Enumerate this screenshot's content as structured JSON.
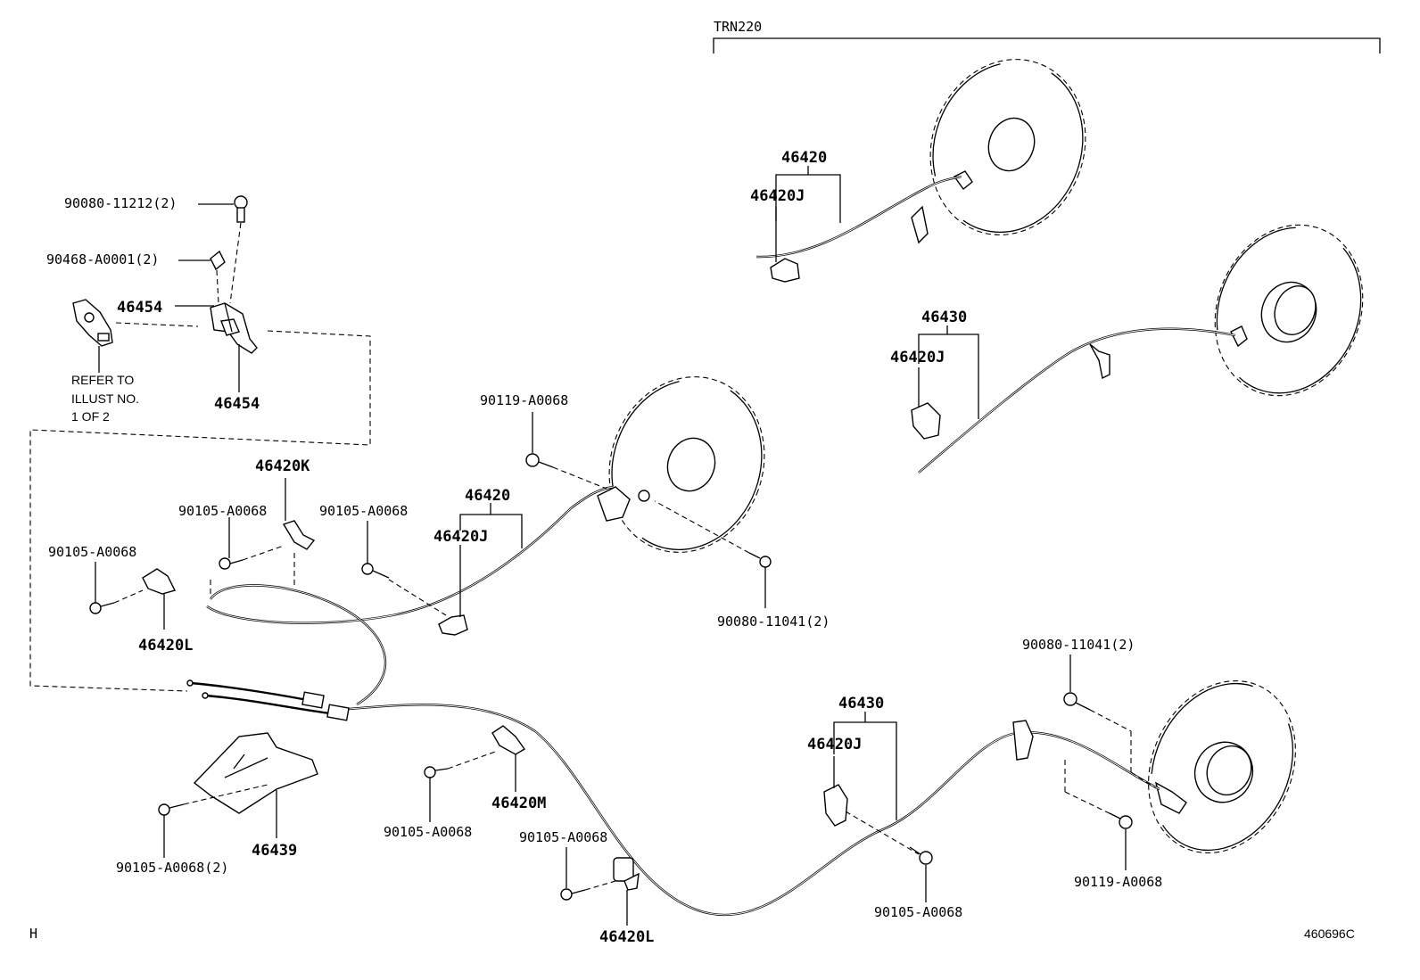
{
  "section_header": "TRN220",
  "refer_note": [
    "REFER TO",
    "ILLUST NO.",
    "1 OF 2"
  ],
  "corner_left": "H",
  "figure_id": "460696C",
  "labels": {
    "l_90080_11212": "90080-11212(2)",
    "l_90468": "90468-A0001(2)",
    "l_46454_a": "46454",
    "l_46454_b": "46454",
    "l_46420k": "46420K",
    "l_90105_a": "90105-A0068",
    "l_90105_b": "90105-A0068",
    "l_90105_c": "90105-A0068",
    "l_46420l_a": "46420L",
    "l_46420_mid": "46420",
    "l_46420j_mid": "46420J",
    "l_90119_a": "90119-A0068",
    "l_90080_11041_a": "90080-11041(2)",
    "l_46420_top": "46420",
    "l_46420j_top": "46420J",
    "l_46430_top": "46430",
    "l_46420j_r": "46420J",
    "l_46439": "46439",
    "l_90105_2": "90105-A0068(2)",
    "l_46420m": "46420M",
    "l_90105_d": "90105-A0068",
    "l_90105_e": "90105-A0068",
    "l_46420l_b": "46420L",
    "l_46430_bot": "46430",
    "l_46420j_bot": "46420J",
    "l_90080_11041_b": "90080-11041(2)",
    "l_90105_f": "90105-A0068",
    "l_90119_b": "90119-A0068"
  }
}
